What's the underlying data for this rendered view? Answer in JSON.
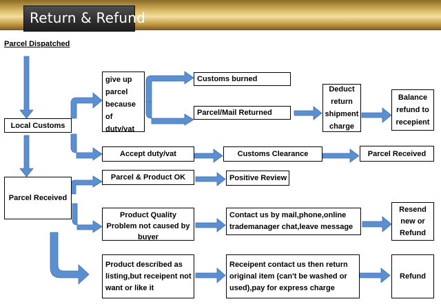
{
  "header": {
    "title": "Return & Refund"
  },
  "steps": {
    "parcel_dispatched": "Parcel Dispatched",
    "local_customs": "Local Customs",
    "parcel_received": "Parcel Received",
    "give_up_parcel": "give up parcel because of duty/vat",
    "customs_burned": "Customs burned",
    "parcel_mail_returned": "Parcel/Mail Returned",
    "deduct_return_charge": "Deduct return shipment charge",
    "balance_refund": "Balance refund to recepient",
    "accept_duty": "Accept duty/vat",
    "customs_clearance": "Customs Clearance",
    "parcel_received_final": "Parcel Received",
    "parcel_product_ok": "Parcel & Product OK",
    "positive_review": "Positive Review",
    "quality_problem": "Product Quality Problem not caused by buyer",
    "contact_us": "Contact us by mail,phone,online trademanager chat,leave message",
    "resend_or_refund": "Resend new or Refund",
    "described_as_listing": "Product described as listing,but receipent not want or like it",
    "receipent_contact": "Receipent contact us then return original item (can't be washed or used),pay for express charge",
    "refund": "Refund"
  },
  "colors": {
    "arrow": "#5b8fd0",
    "arrow_stroke": "#3f72b2",
    "box_border": "#000000"
  }
}
